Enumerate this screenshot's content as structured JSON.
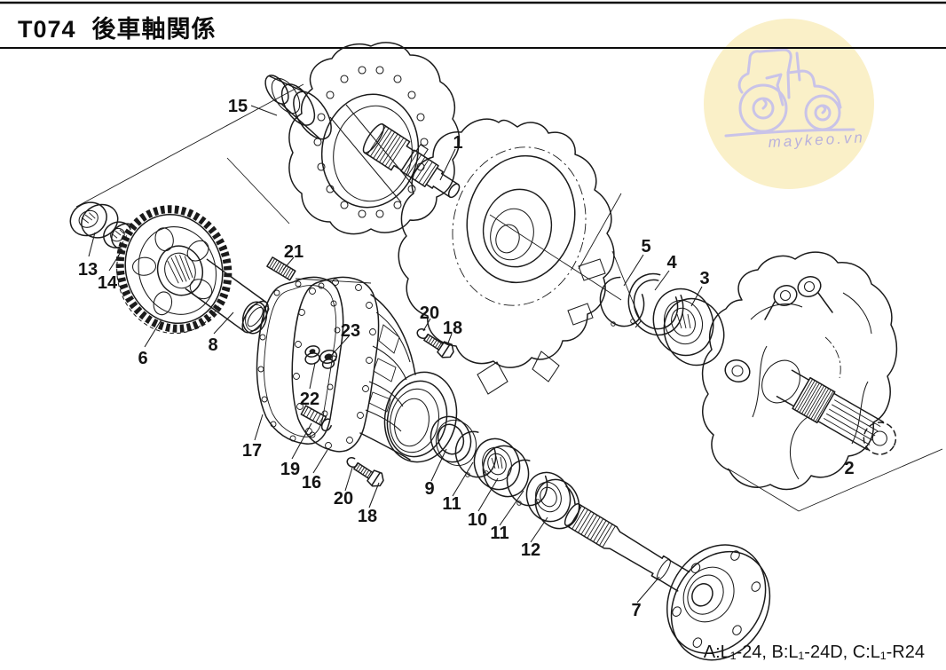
{
  "colors": {
    "line": "#1b1b1b",
    "watermark_circle": "#faf0c8",
    "watermark_art": "#c9c3e8",
    "watermark_text": "#b9b1dc",
    "background": "#ffffff"
  },
  "header": {
    "code": "T074",
    "title": "後車軸関係"
  },
  "watermark": {
    "text": "maykeo.vn"
  },
  "footer": {
    "note": "A:L₁-24,  B:L₁-24D,  C:L₁-R24"
  },
  "diagram": {
    "callouts": [
      {
        "part": "15"
      },
      {
        "part": "1"
      },
      {
        "part": "13"
      },
      {
        "part": "14"
      },
      {
        "part": "6"
      },
      {
        "part": "8"
      },
      {
        "part": "21"
      },
      {
        "part": "23"
      },
      {
        "part": "22"
      },
      {
        "part": "17"
      },
      {
        "part": "19"
      },
      {
        "part": "16"
      },
      {
        "part": "20"
      },
      {
        "part": "18"
      },
      {
        "part": "20"
      },
      {
        "part": "18"
      },
      {
        "part": "9"
      },
      {
        "part": "11"
      },
      {
        "part": "10"
      },
      {
        "part": "11"
      },
      {
        "part": "12"
      },
      {
        "part": "7"
      },
      {
        "part": "5"
      },
      {
        "part": "4"
      },
      {
        "part": "3"
      },
      {
        "part": "2"
      }
    ]
  }
}
